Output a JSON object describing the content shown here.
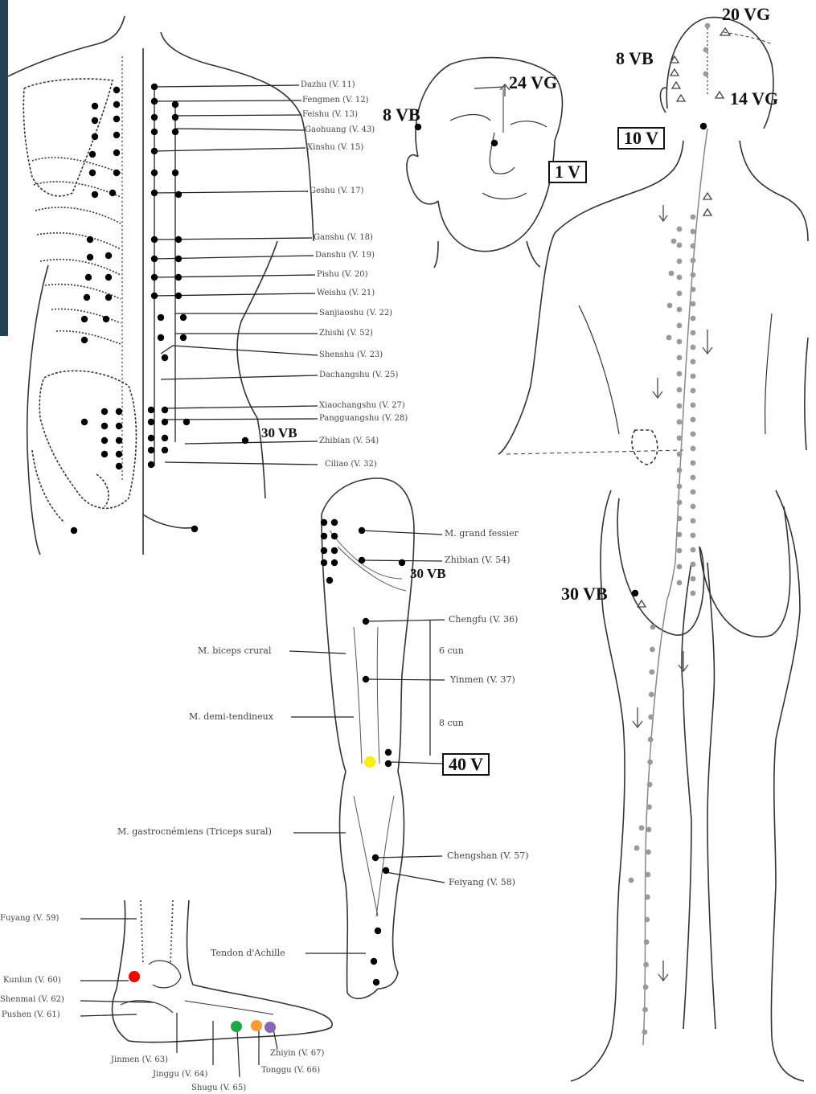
{
  "colors": {
    "accent_bar": "#234157",
    "yellow_point": "#ffee00",
    "red_point": "#ff0000",
    "green_point": "#1aaa44",
    "orange_point": "#ff9933",
    "purple_point": "#8866bb"
  },
  "back_chart": {
    "points": [
      "Dazhu (V. 11)",
      "Fengmen (V. 12)",
      "Feishu (V. 13)",
      "Gaohuang (V. 43)",
      "Xinshu (V. 15)",
      "Geshu (V. 17)",
      "Ganshu (V. 18)",
      "Danshu (V. 19)",
      "Pishu (V. 20)",
      "Weishu (V. 21)",
      "Sanjiaoshu (V. 22)",
      "Zhishi (V. 52)",
      "Shenshu (V. 23)",
      "Dachangshu (V. 25)",
      "Xiaochangshu (V. 27)",
      "Pangguangshu (V. 28)",
      "Zhibian (V. 54)",
      "Ciliao (V. 32)"
    ],
    "tag_30vb": "30 VB"
  },
  "head": {
    "label_24vg": "24 VG",
    "label_8vb": "8 VB",
    "label_1v": "1 V"
  },
  "body": {
    "label_20vg": "20 VG",
    "label_8vb": "8 VB",
    "label_14vg": "14 VG",
    "label_10v": "10 V",
    "label_30vb": "30 VB"
  },
  "leg": {
    "m_grand_fessier": "M. grand fessier",
    "zhibian": "Zhibian (V. 54)",
    "tag_30vb": "30 VB",
    "chengfu": "Chengfu (V. 36)",
    "m_biceps": "M. biceps crural",
    "cun6": "6 cun",
    "yinmen": "Yinmen (V. 37)",
    "m_demi": "M. demi-tendineux",
    "cun8": "8 cun",
    "label_40v": "40 V",
    "m_gastro": "M. gastrocnémiens (Triceps sural)",
    "chengshan": "Chengshan (V. 57)",
    "feiyang": "Feiyang (V. 58)",
    "tendon": "Tendon d'Achille"
  },
  "foot": {
    "fuyang": "Fuyang (V. 59)",
    "kunlun": "Kunlun (V. 60)",
    "shenmai": "Shenmai (V. 62)",
    "pushen": "Pushen (V. 61)",
    "jinmen": "Jinmen (V. 63)",
    "jinggu": "Jinggu (V. 64)",
    "shugu": "Shugu (V. 65)",
    "zhiyin": "Zhiyin (V. 67)",
    "tonggu": "Tonggu (V. 66)"
  }
}
